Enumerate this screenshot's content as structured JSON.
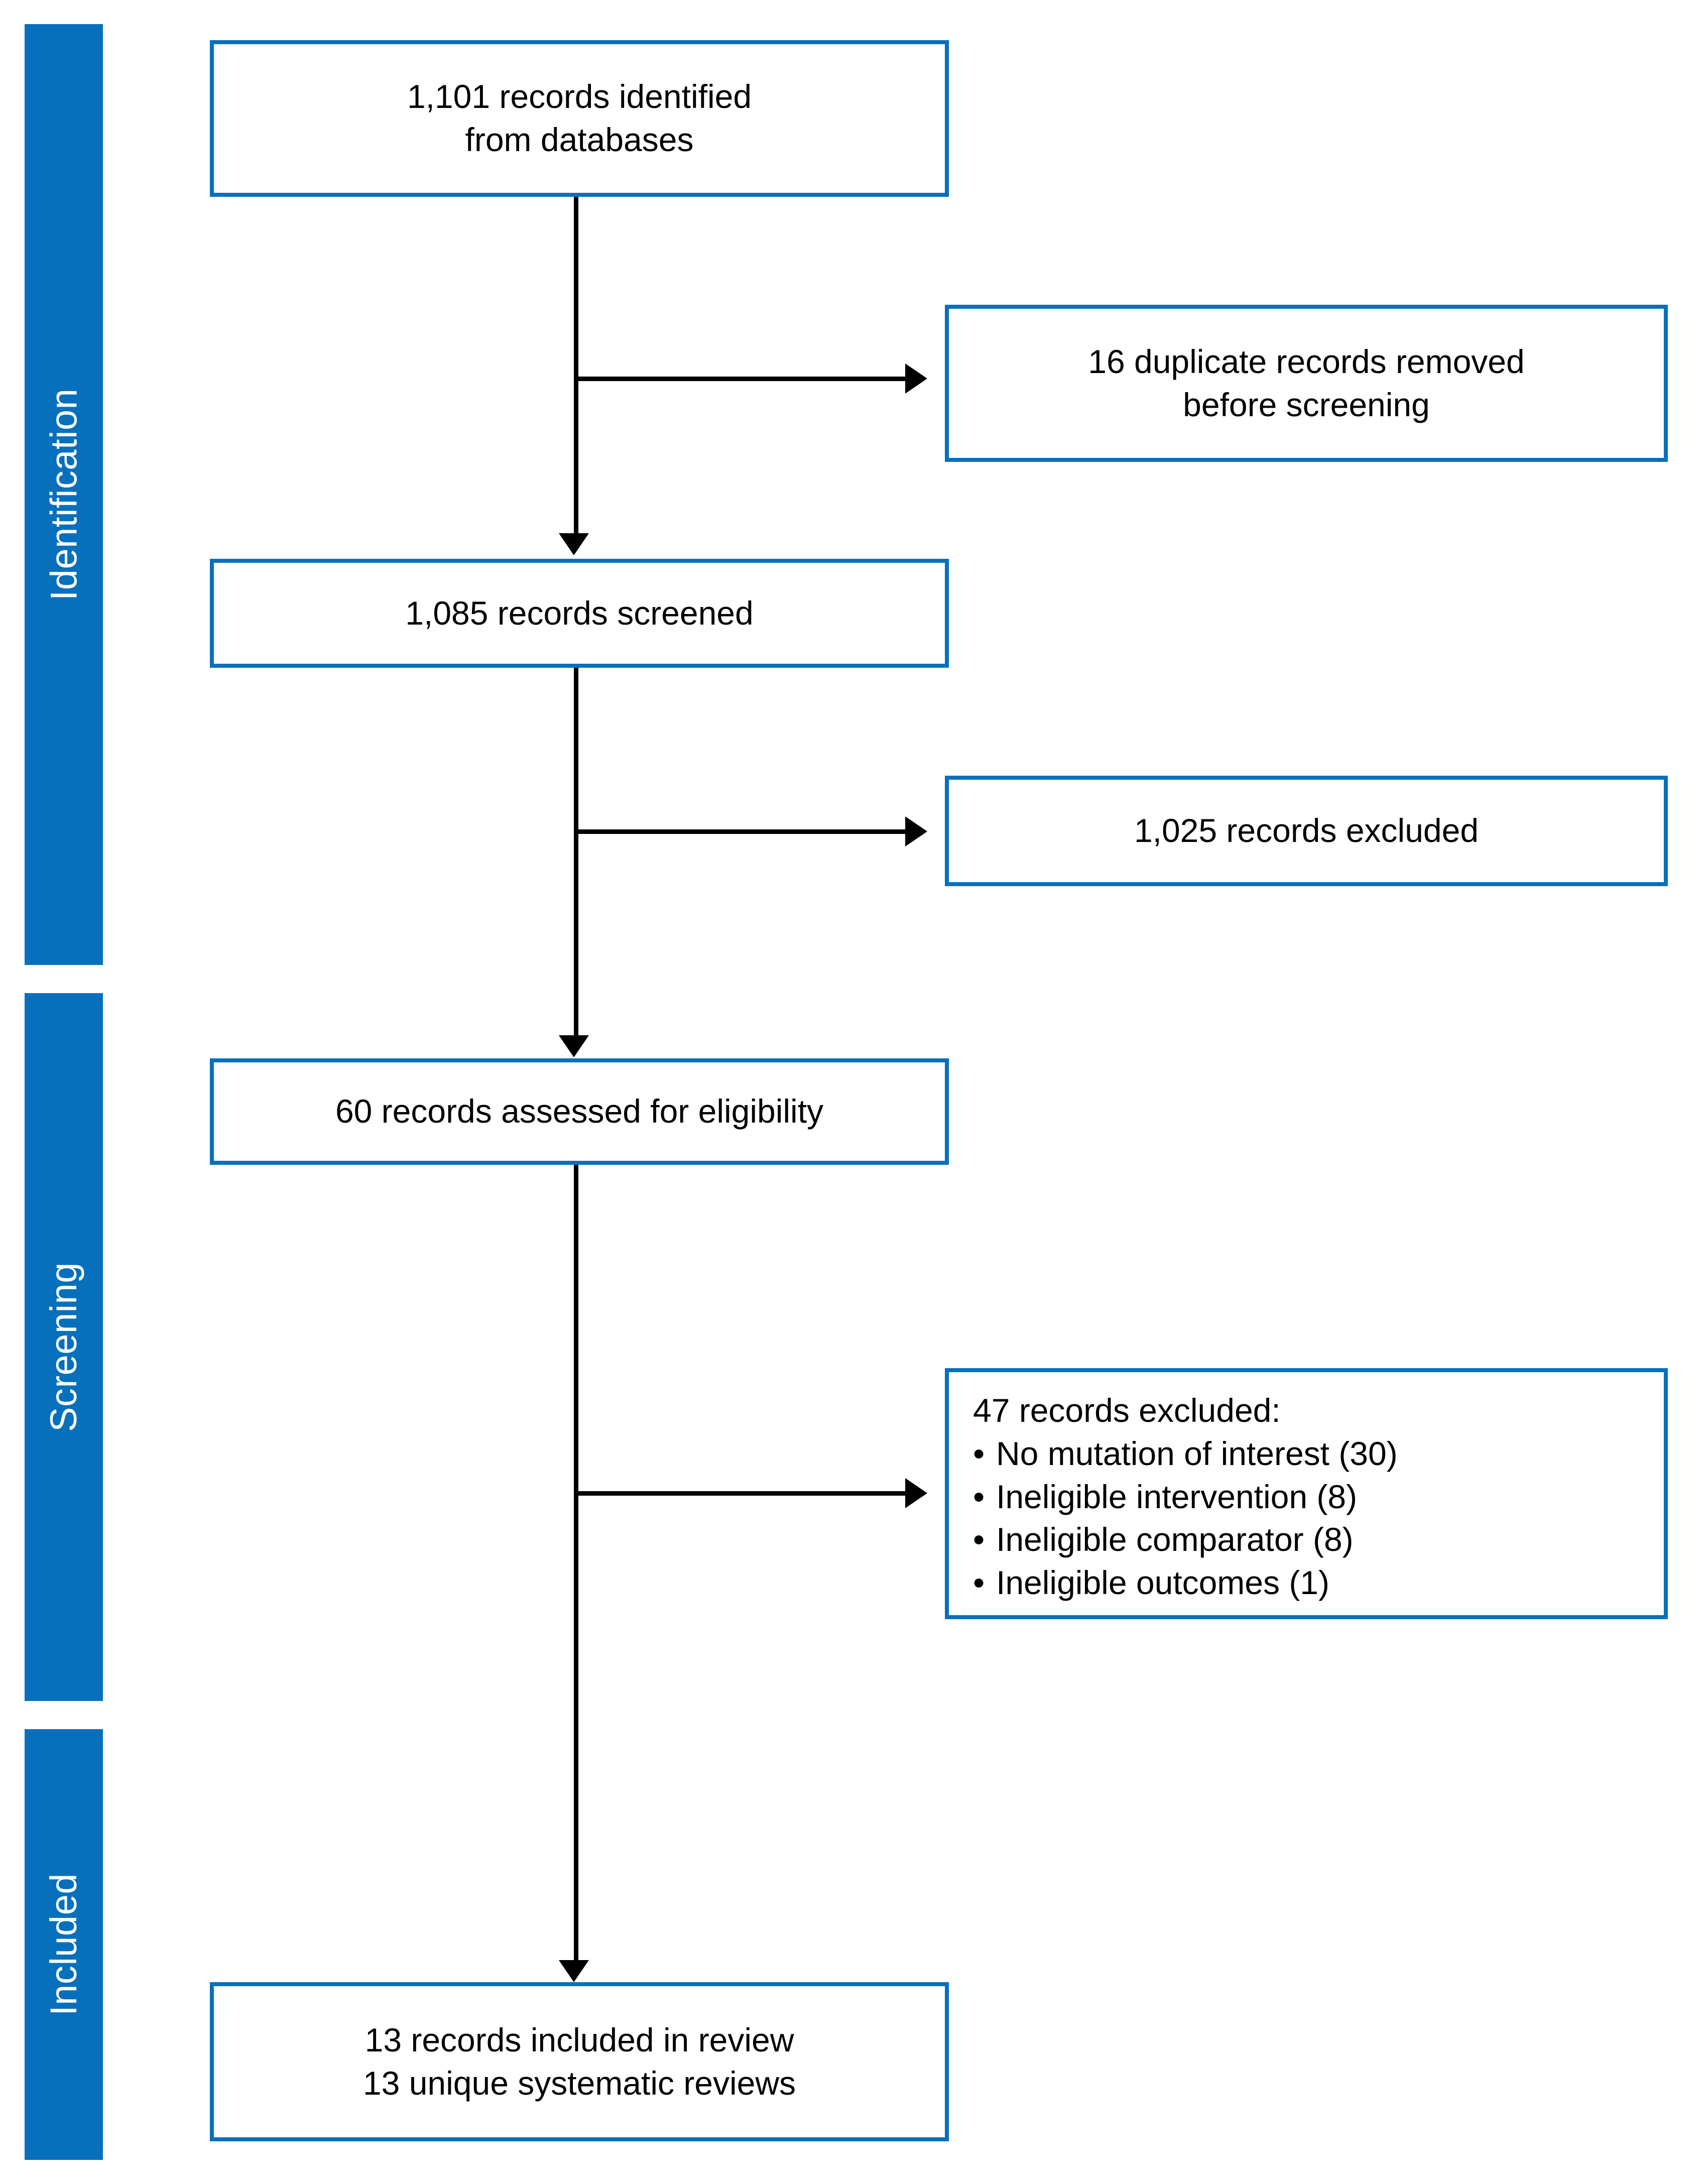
{
  "diagram": {
    "type": "prisma-flow-diagram",
    "accent_color": "#0670bd",
    "text_color": "#000000",
    "background_color": "#ffffff"
  },
  "stages": [
    {
      "key": "identification",
      "label": "Identification"
    },
    {
      "key": "screening",
      "label": "Screening"
    },
    {
      "key": "included",
      "label": "Included"
    }
  ],
  "boxes": {
    "identified": {
      "line1": "1,101 records identified",
      "line2": "from databases"
    },
    "duplicates": {
      "line1": "16 duplicate records removed",
      "line2": "before screening"
    },
    "screened": {
      "line1": "1,085 records screened"
    },
    "excluded": {
      "line1": "1,025 records excluded"
    },
    "eligibility": {
      "line1": "60 records assessed for eligibility"
    },
    "excluded_detail": {
      "heading": "47 records excluded:",
      "bullet": "•",
      "items": [
        "No mutation of interest (30)",
        "Ineligible intervention (8)",
        "Ineligible comparator (8)",
        "Ineligible outcomes (1)"
      ]
    },
    "included": {
      "line1": "13 records included in review",
      "line2": "13 unique systematic reviews"
    }
  },
  "chart_data": {
    "type": "diagram",
    "title": "PRISMA 2020 flow diagram",
    "nodes": [
      {
        "id": "identified",
        "stage": "Identification",
        "label": "1,101 records identified from databases",
        "count": 1101
      },
      {
        "id": "duplicates",
        "stage": "Identification",
        "label": "16 duplicate records removed before screening",
        "count": 16
      },
      {
        "id": "screened",
        "stage": "Identification",
        "label": "1,085 records screened",
        "count": 1085
      },
      {
        "id": "excluded",
        "stage": "Screening",
        "label": "1,025 records excluded",
        "count": 1025
      },
      {
        "id": "eligibility",
        "stage": "Screening",
        "label": "60 records assessed for eligibility",
        "count": 60
      },
      {
        "id": "excluded_detail",
        "stage": "Screening",
        "label": "47 records excluded",
        "count": 47,
        "breakdown": [
          {
            "reason": "No mutation of interest",
            "count": 30
          },
          {
            "reason": "Ineligible intervention",
            "count": 8
          },
          {
            "reason": "Ineligible comparator",
            "count": 8
          },
          {
            "reason": "Ineligible outcomes",
            "count": 1
          }
        ]
      },
      {
        "id": "included",
        "stage": "Included",
        "label": "13 records included in review / 13 unique systematic reviews",
        "count": 13
      }
    ],
    "edges": [
      {
        "from": "identified",
        "to": "duplicates",
        "direction": "right"
      },
      {
        "from": "identified",
        "to": "screened",
        "direction": "down"
      },
      {
        "from": "screened",
        "to": "excluded",
        "direction": "right"
      },
      {
        "from": "screened",
        "to": "eligibility",
        "direction": "down"
      },
      {
        "from": "eligibility",
        "to": "excluded_detail",
        "direction": "right"
      },
      {
        "from": "eligibility",
        "to": "included",
        "direction": "down"
      }
    ]
  }
}
